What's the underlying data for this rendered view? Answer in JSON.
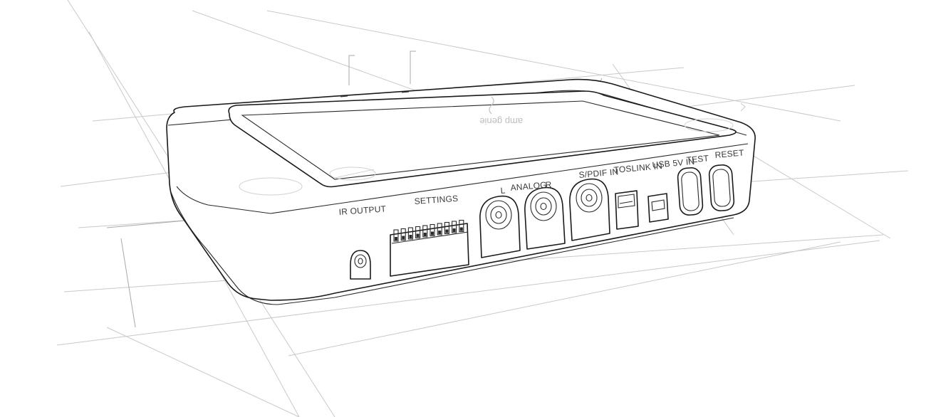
{
  "device": {
    "logo_text": "amp genie",
    "ports": {
      "ir_output": "IR OUTPUT",
      "settings": "SETTINGS",
      "analog_left": "L",
      "analog": "ANALOG",
      "analog_right": "R",
      "spdif_in": "S/PDIF IN",
      "toslink_in": "TOSLINK IN",
      "usb_in": "USB 5V IN",
      "test": "TEST",
      "reset": "RESET"
    }
  },
  "colors": {
    "outline": "#1a1a1a",
    "guide_lines": "#c9c9c9",
    "label_text": "#3a3a3a",
    "background": "#ffffff"
  }
}
